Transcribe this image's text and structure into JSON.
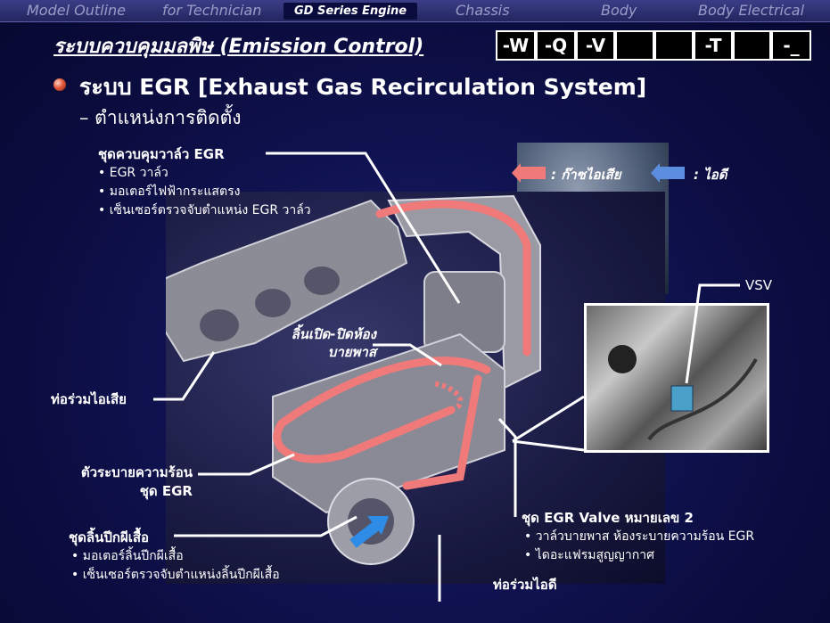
{
  "nav": {
    "tabs": [
      "Model Outline",
      "for Technician",
      "GD Series Engine",
      "Chassis",
      "Body",
      "Body Electrical"
    ],
    "active": "GD Series Engine"
  },
  "title": "ระบบควบคุมมลพิษ (Emission Control)",
  "variants": [
    "-W",
    "-Q",
    "-V",
    "",
    "",
    "-T",
    "",
    "-_"
  ],
  "heading": "ระบบ EGR [Exhaust Gas Recirculation System]",
  "subheading": "–  ตำแหน่งการติดตั้ง",
  "legend": {
    "exhaust_label": ": ก๊าซไอเสีย",
    "intake_label": ": ไอดี",
    "exhaust_color": "#f07a7a",
    "intake_color": "#5c8ee0"
  },
  "egr_valve_assy": {
    "title": "ชุดควบคุมวาล์ว EGR",
    "items": [
      "EGR วาล์ว",
      "มอเตอร์ไฟฟ้ากระแสตรง",
      "เซ็นเซอร์ตรวจจับตำแหน่ง EGR วาล์ว"
    ]
  },
  "bypass_flap": "ลิ้นเปิด-ปิดห้อง\nบายพาส",
  "bypass_flap_lines": [
    "ลิ้นเปิด-ปิดห้อง",
    "บายพาส"
  ],
  "exhaust_manifold": "ท่อร่วมไอเสีย",
  "egr_cooler_lines": [
    "ตัวระบายความร้อน",
    "ชุด EGR"
  ],
  "throttle_assy": {
    "title": "ชุดลิ้นปีกผีเสื้อ",
    "items": [
      "มอเตอร์ลิ้นปีกผีเสื้อ",
      "เซ็นเซอร์ตรวจจับตำแหน่งลิ้นปีกผีเสื้อ"
    ]
  },
  "intake_manifold": "ท่อร่วมไอดี",
  "egr_valve_no2": {
    "title": "ชุด EGR Valve หมายเลข 2",
    "items": [
      "วาล์วบายพาส ห้องระบายความร้อน EGR",
      "ไดอะแฟรมสูญญากาศ"
    ]
  },
  "vsv": "VSV",
  "colors": {
    "background": "#0d0f4a",
    "bullet": "#e25a3a"
  }
}
